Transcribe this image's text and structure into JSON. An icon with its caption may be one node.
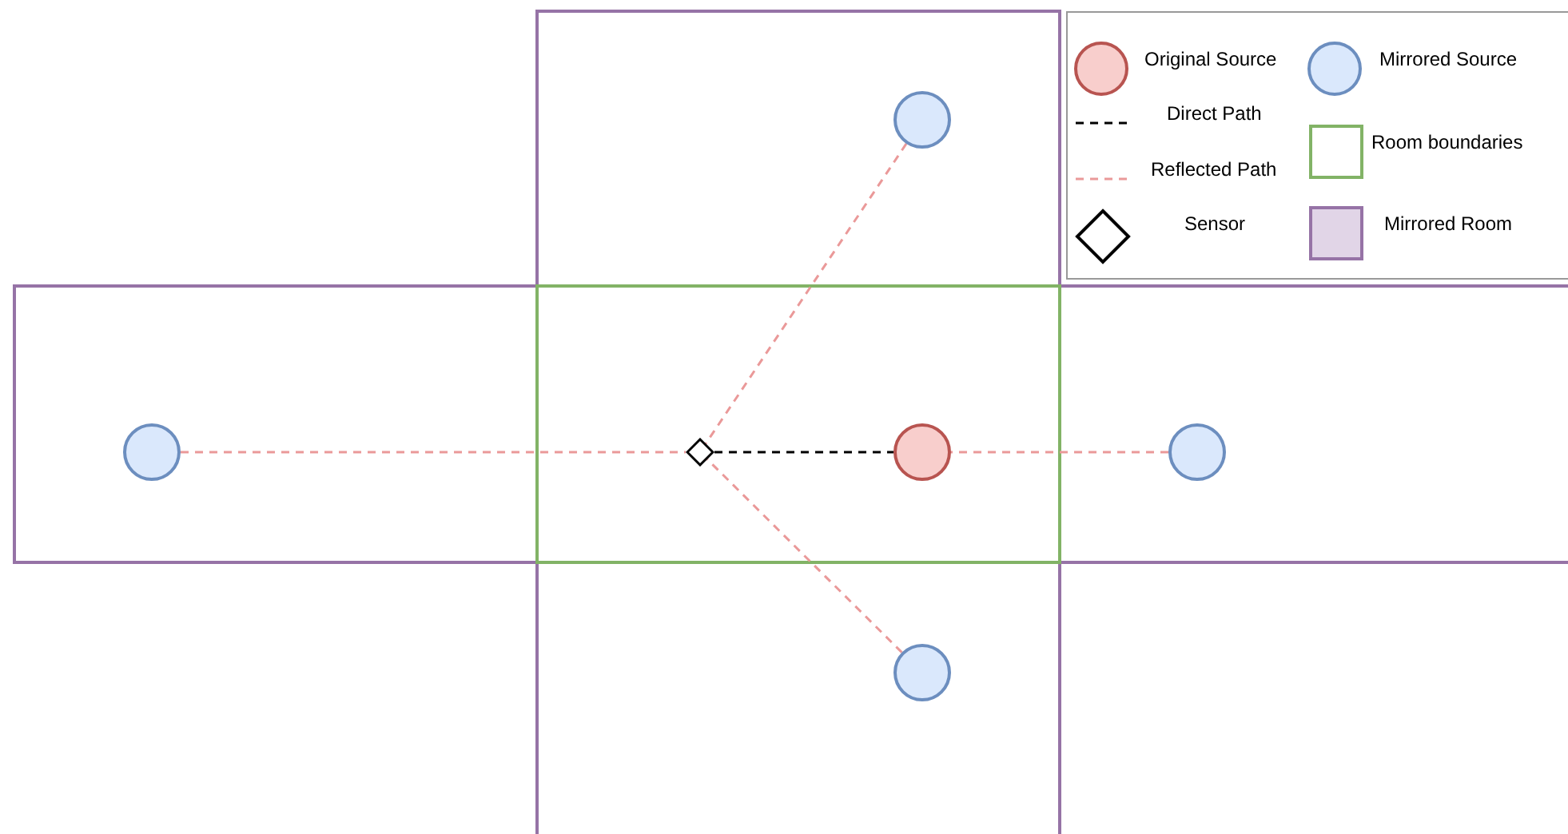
{
  "diagram": {
    "nodes": [
      {
        "text": [],
        "shape": "circle"
      },
      {
        "text": [],
        "shape": "circle"
      },
      {
        "text": [],
        "shape": "diamond"
      },
      {
        "text": [],
        "shape": "circle"
      },
      {
        "text": [],
        "shape": "circle"
      },
      {
        "text": [],
        "shape": "circle"
      }
    ],
    "edges": [
      {
        "from": 0,
        "to": 2,
        "arrow": "none",
        "style": "dashed"
      },
      {
        "from": 1,
        "to": 2,
        "arrow": "none",
        "style": "dashed"
      },
      {
        "from": 2,
        "to": 3,
        "arrow": "none",
        "style": "dashed",
        "color": "#000000"
      },
      {
        "from": 4,
        "to": 3,
        "arrow": "none",
        "style": "dashed"
      },
      {
        "from": 5,
        "to": 2,
        "arrow": "none",
        "style": "dashed"
      }
    ],
    "legend": [
      {
        "text": "Original Source",
        "color": "#f8cecc"
      },
      {
        "text": "Mirrored Source",
        "color": "#dae8fc"
      },
      {
        "text": "Direct Path"
      },
      {
        "text": "Room boundaries"
      },
      {
        "text": "Reflected Path"
      },
      {
        "text": "Sensor"
      },
      {
        "text": "Mirrored Room",
        "color": "#e1d5e7"
      }
    ]
  }
}
